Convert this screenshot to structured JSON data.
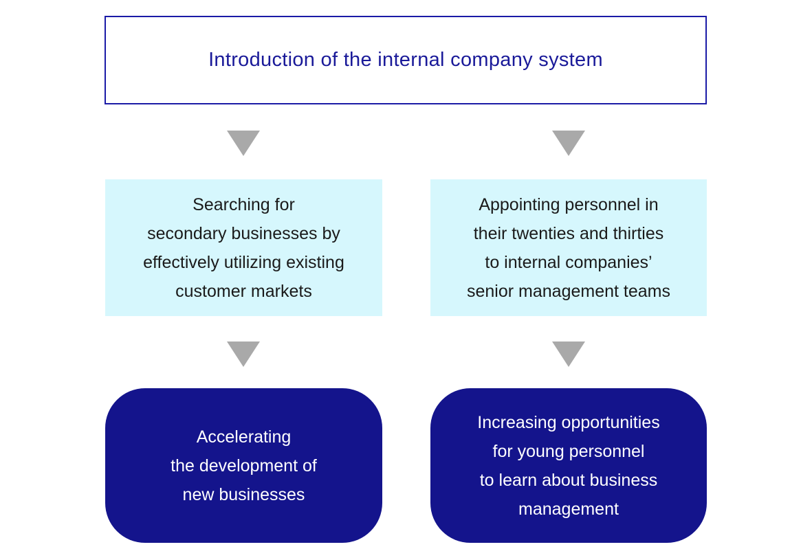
{
  "diagram": {
    "title": "Introduction of the internal company system",
    "causes": [
      {
        "text": "Searching for\nsecondary businesses by\neffectively utilizing existing\ncustomer markets"
      },
      {
        "text": "Appointing personnel in\ntheir twenties and thirties\nto internal companies’\nsenior management teams"
      }
    ],
    "results": [
      {
        "text": "Accelerating\nthe development of\nnew businesses"
      },
      {
        "text": "Increasing opportunities\nfor young personnel\nto learn about business\nmanagement"
      }
    ],
    "colors": {
      "title_text": "#1a1a99",
      "title_border": "#1a1aa6",
      "cause_bg": "#d6f7fd",
      "cause_text": "#1a1a1a",
      "result_bg": "#14148c",
      "result_text": "#ffffff",
      "arrow": "#a9a9a9",
      "background": "#ffffff"
    }
  }
}
